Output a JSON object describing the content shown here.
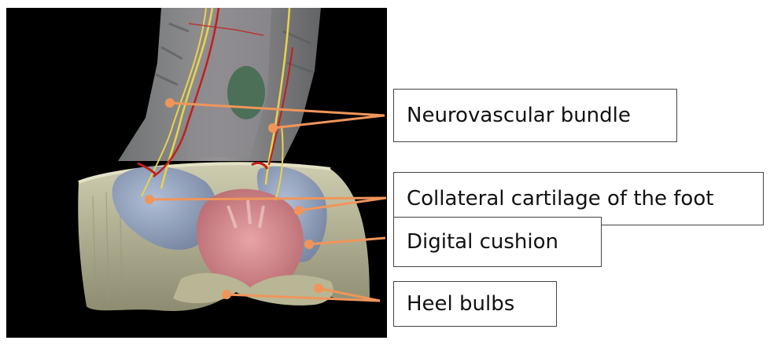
{
  "labels": {
    "neurovascular": "Neurovascular bundle",
    "cartilage": "Collateral cartilage of the foot",
    "cushion": "Digital cushion",
    "heel": "Heel bulbs"
  },
  "colors": {
    "background_panel": "#000000",
    "leader_line": "#f0955a",
    "hoof_wall": "#a9a88a",
    "cartilage": "#8fa0bd",
    "cushion": "#d9888c",
    "vessel_artery": "#c0201a",
    "nerve": "#e8d44a"
  }
}
